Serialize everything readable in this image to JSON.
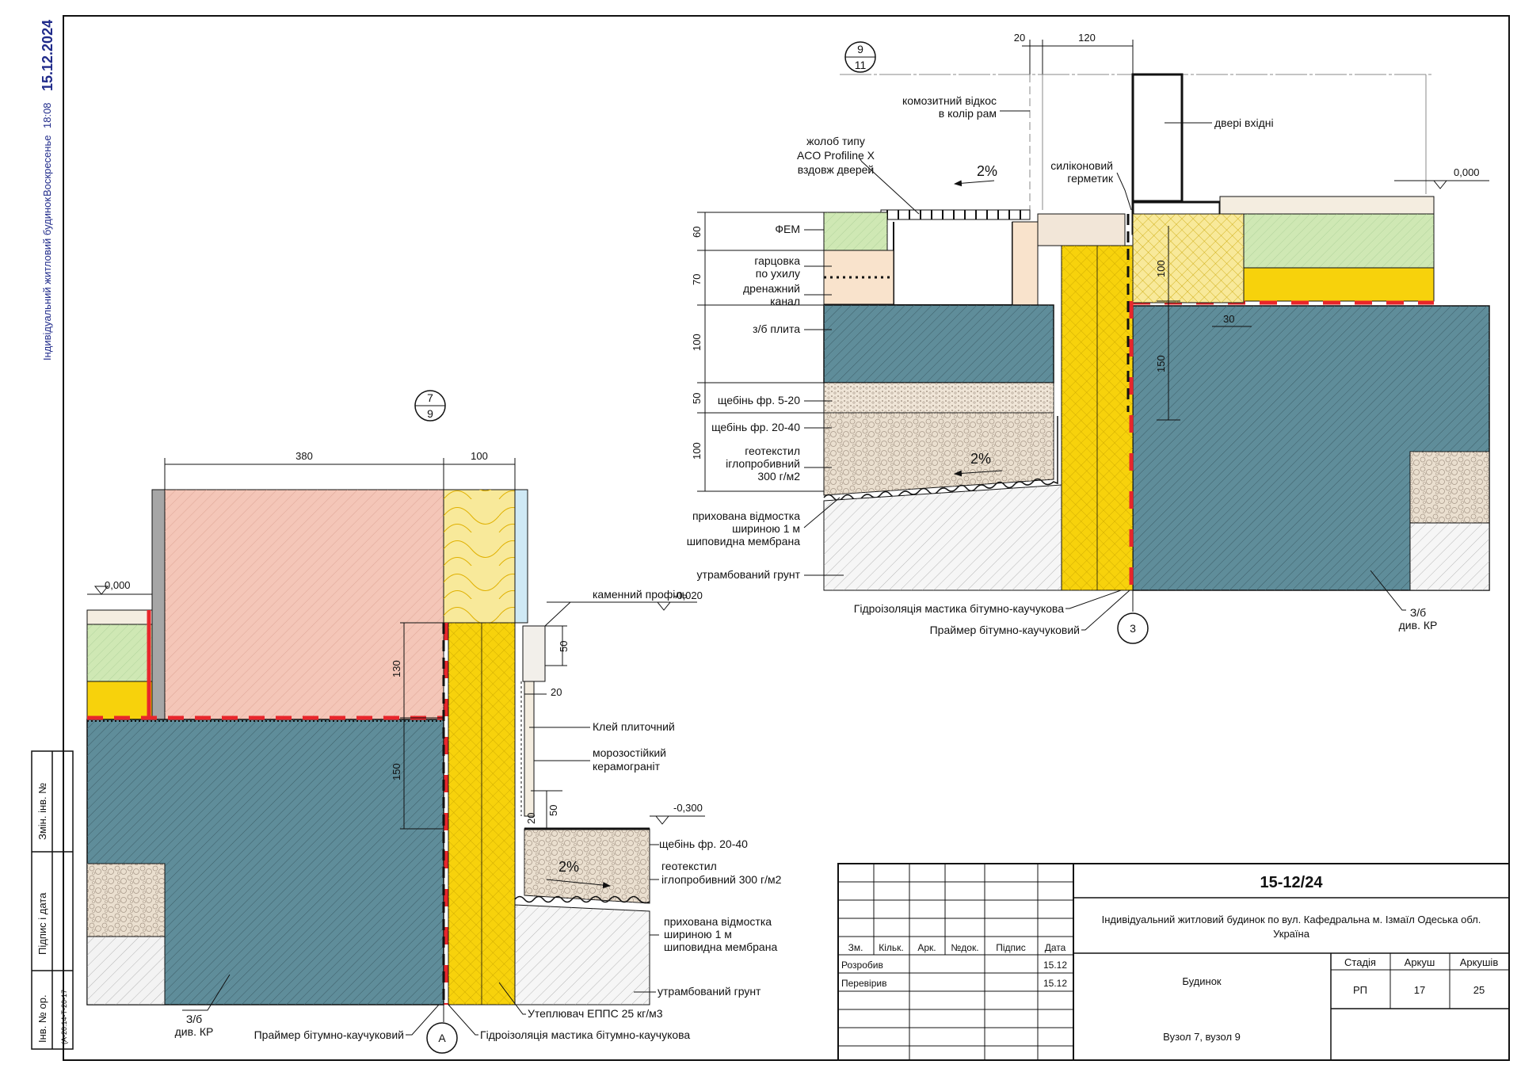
{
  "side_stamp": {
    "project": "Індивідуальний житловий будинок",
    "day": "Воскресенье",
    "time": "18:08",
    "date": "15.12.2024"
  },
  "left_strip": {
    "changes": "Змін. інв. №",
    "signature": "Підпис і дата",
    "inventory": "Інв. № ор.",
    "code": "(A-20.14-Т-20-17"
  },
  "node7": {
    "id_top": "7",
    "id_bottom": "9",
    "dims": {
      "wall": "380",
      "ins": "100",
      "h130": "130",
      "h150": "150",
      "h50": "50",
      "w20": "20",
      "w20b": "20",
      "h50b": "50"
    },
    "levels": {
      "zero": "0,000",
      "minus020": "-0,020",
      "minus300": "-0,300"
    },
    "labels": {
      "stone_profile": "каменний профіль",
      "tile_glue": "Клей плиточний",
      "granite_1": "морозостійкий",
      "granite_2": "керамограніт",
      "gravel": "щебінь фр. 20-40",
      "geotex_1": "геотекстил",
      "geotex_2": "іглопробивний 300 г/м2",
      "hidden_1": "прихована відмостка",
      "hidden_2": "шириною 1 м",
      "hidden_3": "шиповидна мембрана",
      "soil": "утрамбований грунт",
      "slab_1": "З/б",
      "slab_2": "див. КР",
      "primer": "Праймер бітумно-каучуковий",
      "waterproof": "Гідроізоляція мастика бітумно-каучукова",
      "insulation": "Утеплювач ЕППС 25 кг/м3",
      "slope": "2%",
      "axis": "А"
    }
  },
  "node9": {
    "id_top": "9",
    "id_bottom": "11",
    "dims": {
      "w20": "20",
      "w120": "120",
      "h60": "60",
      "h70": "70",
      "h100a": "100",
      "h50": "50",
      "h100b": "100",
      "h100c": "100",
      "h150": "150",
      "w30": "30"
    },
    "levels": {
      "zero": "0,000"
    },
    "labels": {
      "slope_edge_1": "комозитний відкос",
      "slope_edge_2": "в колір рам",
      "door": "двері вхідні",
      "gutter_1": "жолоб типу",
      "gutter_2": "ACO Profiline X",
      "gutter_3": "вздовж дверей",
      "sealant_1": "силіконовий",
      "sealant_2": "герметик",
      "fem": "ФЕМ",
      "screed_1": "гарцовка",
      "screed_2": "по ухилу",
      "drain_1": "дренажний",
      "drain_2": "канал",
      "slab": "з/б плита",
      "gravel_fine": "щебінь фр. 5-20",
      "gravel_coarse": "щебінь фр. 20-40",
      "geotex_1": "геотекстил",
      "geotex_2": "іглопробивний",
      "geotex_3": "300 г/м2",
      "hidden_1": "прихована відмостка",
      "hidden_2": "шириною 1 м",
      "hidden_3": "шиповидна мембрана",
      "soil": "утрамбований грунт",
      "waterproof": "Гідроізоляція мастика бітумно-каучукова",
      "primer": "Праймер бітумно-каучуковий",
      "slab_kr_1": "З/б",
      "slab_kr_2": "див. КР",
      "slope1": "2%",
      "slope2": "2%",
      "axis": "3"
    }
  },
  "title_block": {
    "code": "15-12/24",
    "project": "Індивідуальний житловий будинок по вул. Кафедральна м. Ізмаїл Одеська обл.",
    "country": "Україна",
    "object": "Будинок",
    "sheet_title": "Вузол 7, вузол 9",
    "headers": {
      "zm": "Зм.",
      "kilk": "Кільк.",
      "ark": "Арк.",
      "ndok": "№док.",
      "pidpys": "Підпис",
      "data": "Дата"
    },
    "stage_h": "Стадія",
    "sheet_h": "Аркуш",
    "sheets_h": "Аркушів",
    "stage": "РП",
    "sheet": "17",
    "sheets": "25",
    "developed": "Розробив",
    "developed_date": "15.12",
    "checked": "Перевірив",
    "checked_date": "15.12"
  },
  "colors": {
    "concrete": "#5f8d9a",
    "brick": "#f4c6b8",
    "xps": "#f7d20c",
    "mineral": "#f8e99a",
    "green": "#cfe8b4",
    "sand": "#f9e3cc",
    "gravel": "#eadfcf",
    "waterproof_red": "#e8262b"
  }
}
